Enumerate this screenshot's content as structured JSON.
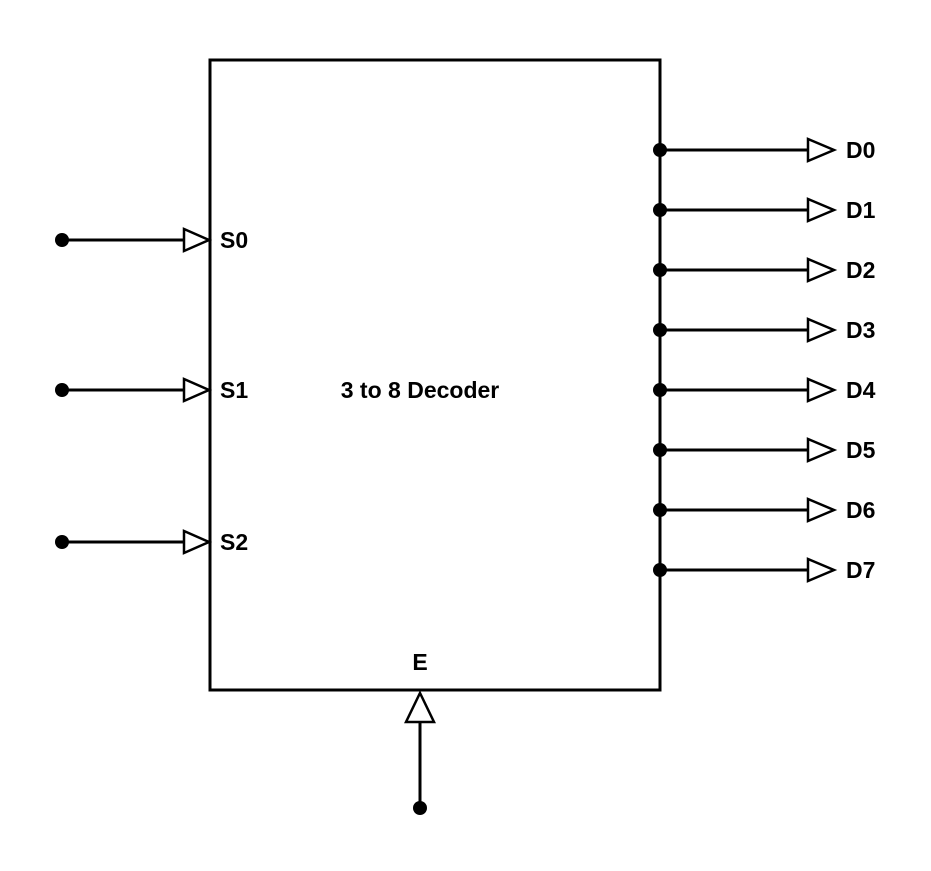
{
  "diagram": {
    "title": "3 to 8 Decoder",
    "inputs": [
      "S0",
      "S1",
      "S2"
    ],
    "outputs": [
      "D0",
      "D1",
      "D2",
      "D3",
      "D4",
      "D5",
      "D6",
      "D7"
    ],
    "enable_label": "E",
    "colors": {
      "line": "#000000",
      "background": "#ffffff",
      "symbol_fill": "#ffffff"
    }
  }
}
